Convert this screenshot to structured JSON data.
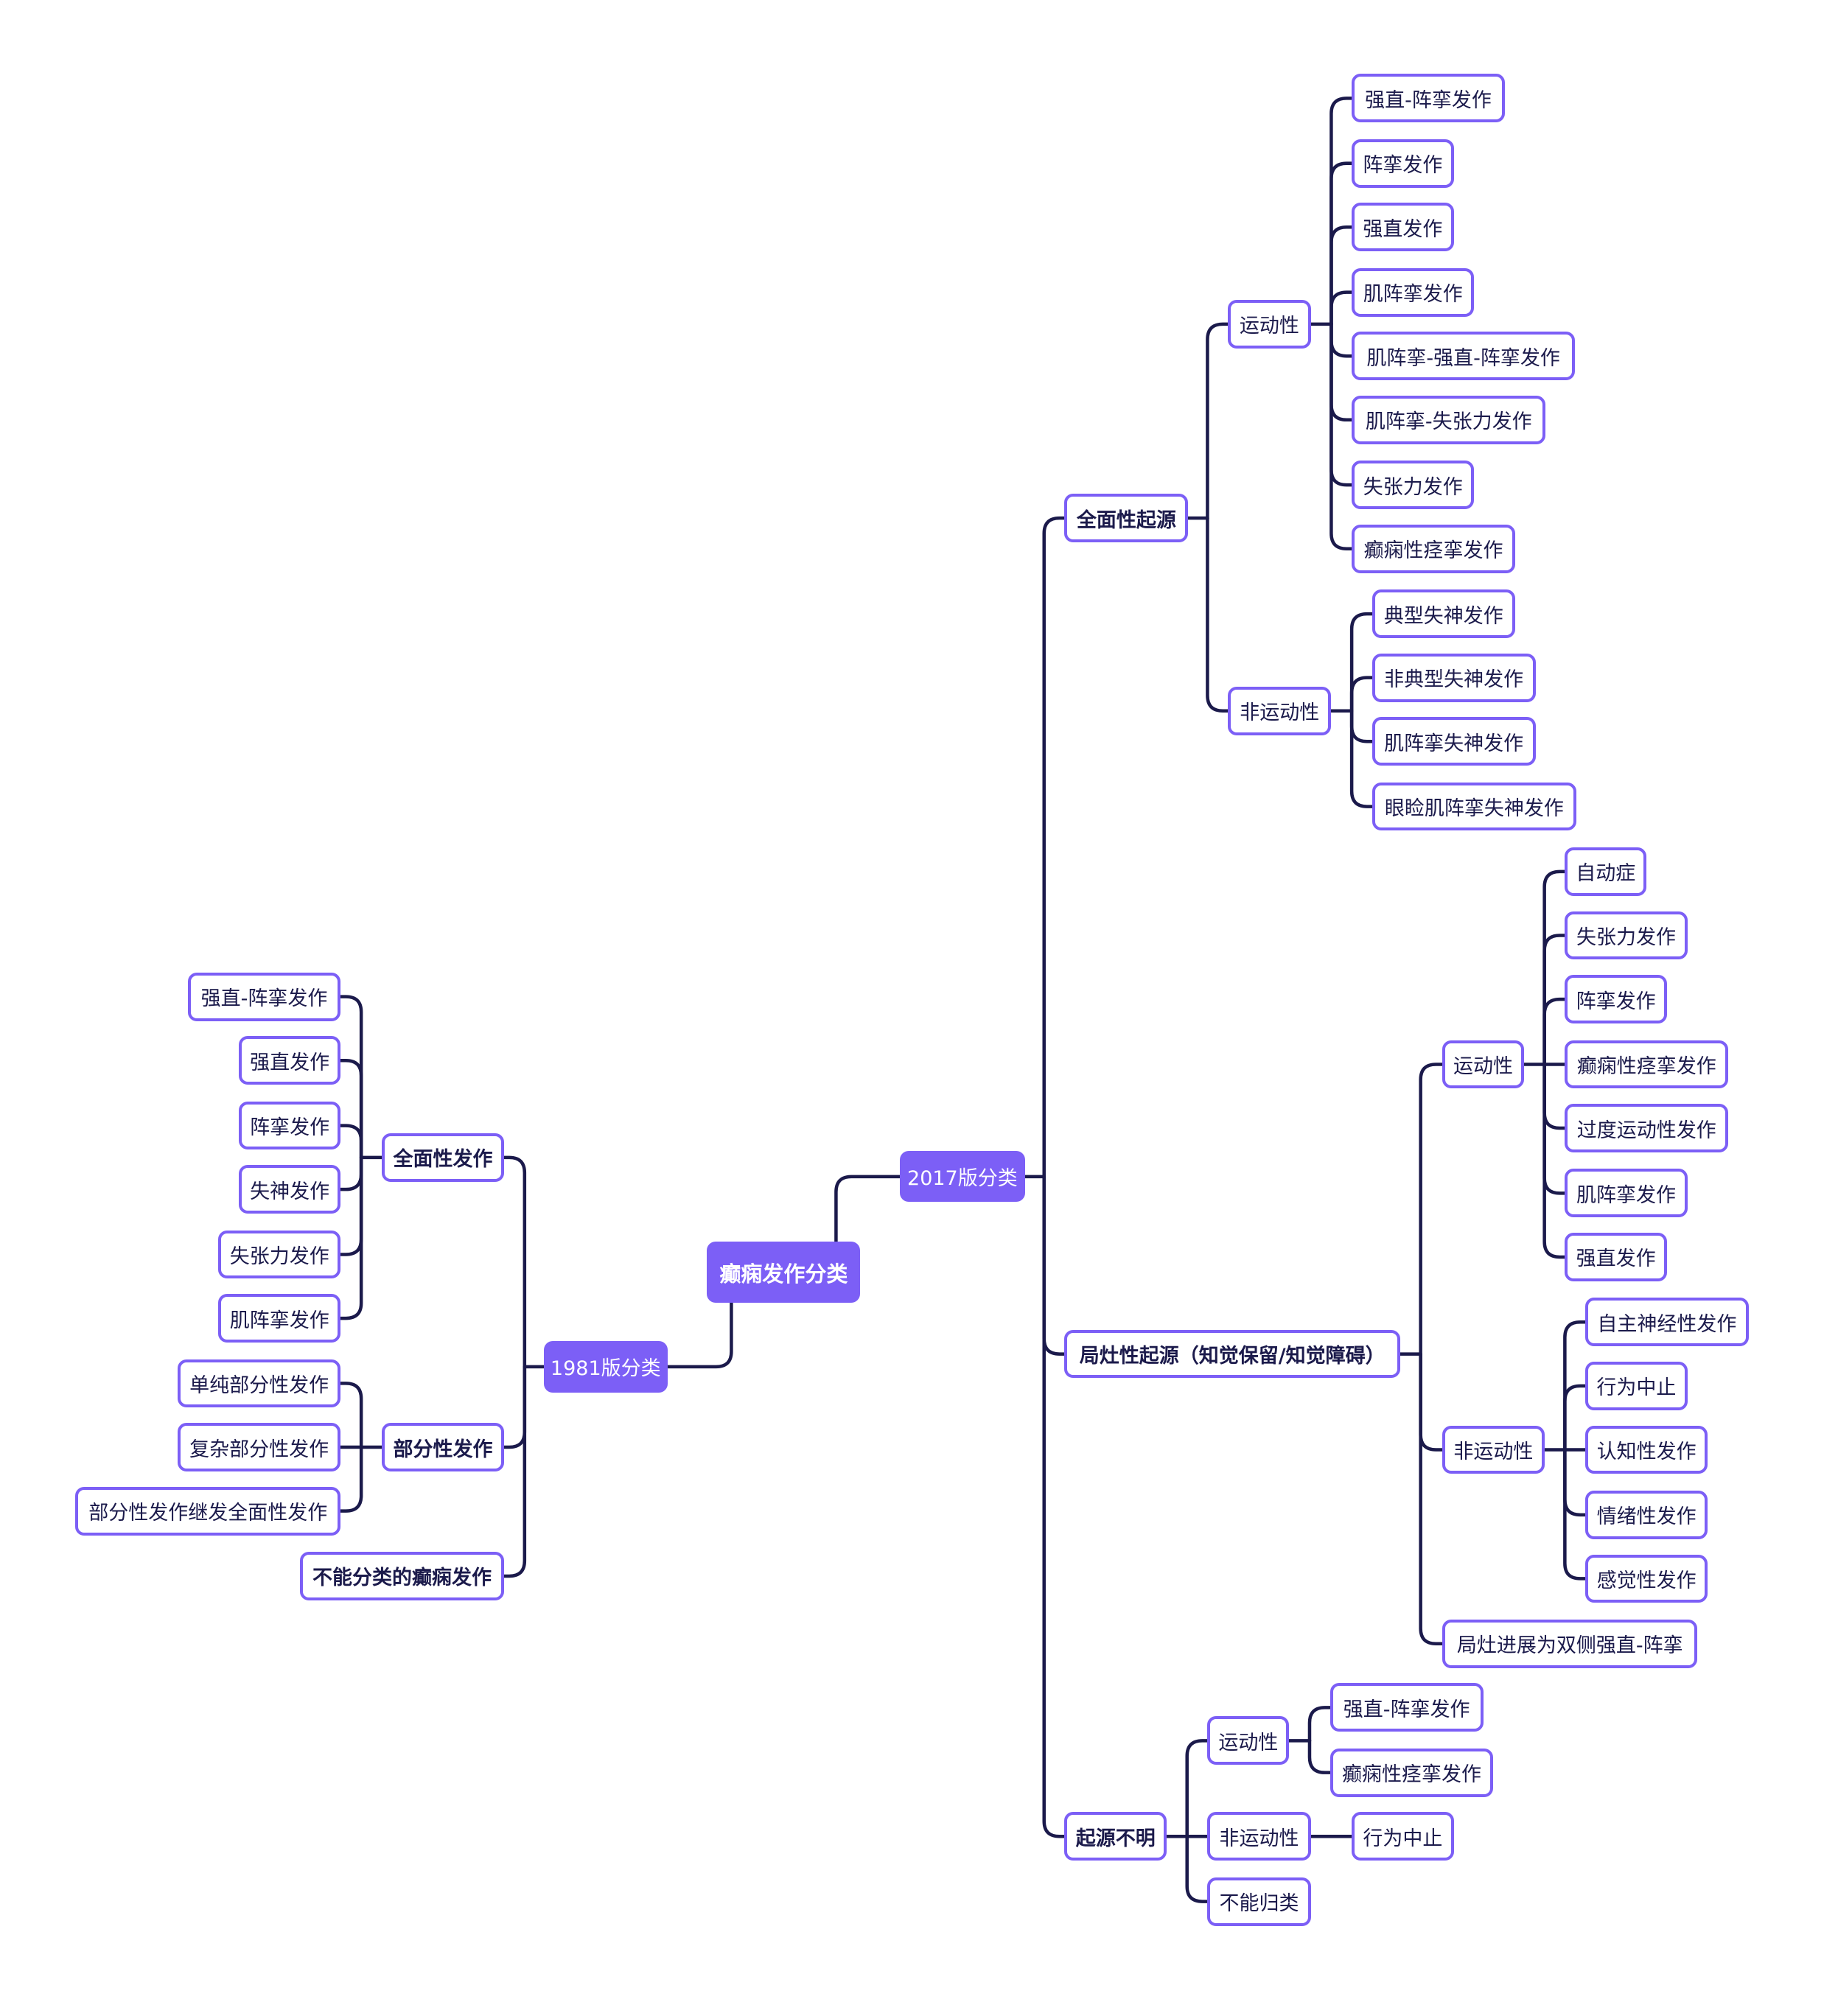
{
  "mindmap": {
    "root": "癫痫发作分类",
    "v2017": {
      "label": "2017版分类",
      "generalized": {
        "label": "全面性起源",
        "motor": {
          "label": "运动性",
          "items": [
            "强直-阵挛发作",
            "阵挛发作",
            "强直发作",
            "肌阵挛发作",
            "肌阵挛-强直-阵挛发作",
            "肌阵挛-失张力发作",
            "失张力发作",
            "癫痫性痉挛发作"
          ]
        },
        "nonmotor": {
          "label": "非运动性",
          "items": [
            "典型失神发作",
            "非典型失神发作",
            "肌阵挛失神发作",
            "眼睑肌阵挛失神发作"
          ]
        }
      },
      "focal": {
        "label": "局灶性起源（知觉保留/知觉障碍）",
        "motor": {
          "label": "运动性",
          "items": [
            "自动症",
            "失张力发作",
            "阵挛发作",
            "癫痫性痉挛发作",
            "过度运动性发作",
            "肌阵挛发作",
            "强直发作"
          ]
        },
        "nonmotor": {
          "label": "非运动性",
          "items": [
            "自主神经性发作",
            "行为中止",
            "认知性发作",
            "情绪性发作",
            "感觉性发作"
          ]
        },
        "bilateral": "局灶进展为双侧强直-阵挛"
      },
      "unknown": {
        "label": "起源不明",
        "motor": {
          "label": "运动性",
          "items": [
            "强直-阵挛发作",
            "癫痫性痉挛发作"
          ]
        },
        "nonmotor": {
          "label": "非运动性",
          "items": [
            "行为中止"
          ]
        },
        "unclassified": "不能归类"
      }
    },
    "v1981": {
      "label": "1981版分类",
      "generalized": {
        "label": "全面性发作",
        "items": [
          "强直-阵挛发作",
          "强直发作",
          "阵挛发作",
          "失神发作",
          "失张力发作",
          "肌阵挛发作"
        ]
      },
      "partial": {
        "label": "部分性发作",
        "items": [
          "单纯部分性发作",
          "复杂部分性发作",
          "部分性发作继发全面性发作"
        ]
      },
      "unclassifiable": "不能分类的癫痫发作"
    }
  },
  "colors": {
    "accent": "#7c5ff6",
    "text": "#1b1a4b",
    "line": "#1b1a4b"
  }
}
